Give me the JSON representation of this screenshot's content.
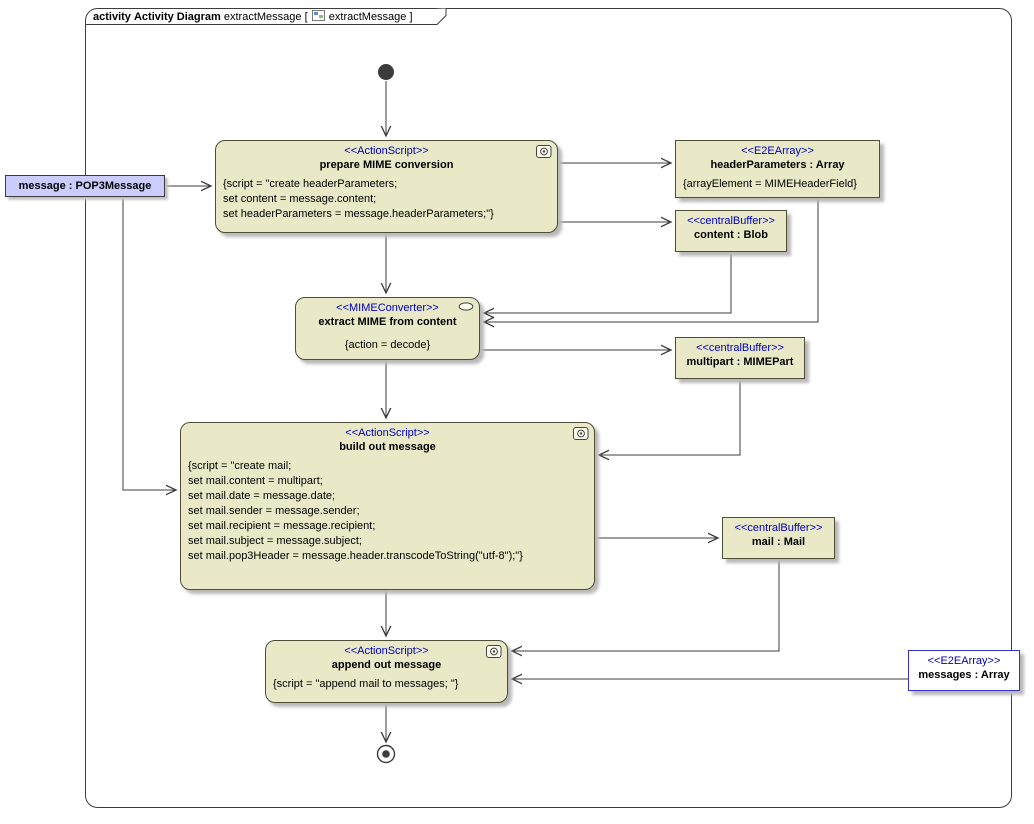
{
  "frame": {
    "tab": {
      "keyword": "activity",
      "type_name": "Activity Diagram",
      "name": "extractMessage",
      "bracket_left": "[",
      "ref_name": "extractMessage",
      "bracket_right": "]"
    }
  },
  "colors": {
    "node_fill": "#e9e9c8",
    "stereotype_text": "#0000bb",
    "pin_node_fill": "#ccccff",
    "reference_border": "#3333cc",
    "edge": "#3c3c3c",
    "shadow": "#b9b9b9"
  },
  "nodes": {
    "message_pin": {
      "title": "message : POP3Message"
    },
    "prepare": {
      "stereotype": "<<ActionScript>>",
      "title": "prepare MIME conversion",
      "body": [
        "{script = \"create headerParameters;",
        "set content = message.content;",
        "set headerParameters = message.headerParameters;\"}"
      ]
    },
    "header_parameters": {
      "stereotype": "<<E2EArray>>",
      "title": "headerParameters : Array",
      "body": [
        "{arrayElement = MIMEHeaderField}"
      ]
    },
    "content_blob": {
      "stereotype": "<<centralBuffer>>",
      "title": "content : Blob"
    },
    "extract": {
      "stereotype": "<<MIMEConverter>>",
      "title": "extract MIME from content",
      "body": [
        "{action = decode}"
      ]
    },
    "multipart": {
      "stereotype": "<<centralBuffer>>",
      "title": "multipart : MIMEPart"
    },
    "build": {
      "stereotype": "<<ActionScript>>",
      "title": "build out message",
      "body": [
        "{script = \"create mail;",
        "set mail.content = multipart;",
        "set mail.date = message.date;",
        "set mail.sender = message.sender;",
        "set mail.recipient = message.recipient;",
        "set mail.subject = message.subject;",
        "set mail.pop3Header = message.header.transcodeToString(\"utf-8\");\"}"
      ]
    },
    "mail": {
      "stereotype": "<<centralBuffer>>",
      "title": "mail : Mail"
    },
    "append": {
      "stereotype": "<<ActionScript>>",
      "title": "append out message",
      "body": [
        "{script = \"append mail to messages; \"}"
      ]
    },
    "messages": {
      "stereotype": "<<E2EArray>>",
      "title": "messages : Array"
    }
  }
}
